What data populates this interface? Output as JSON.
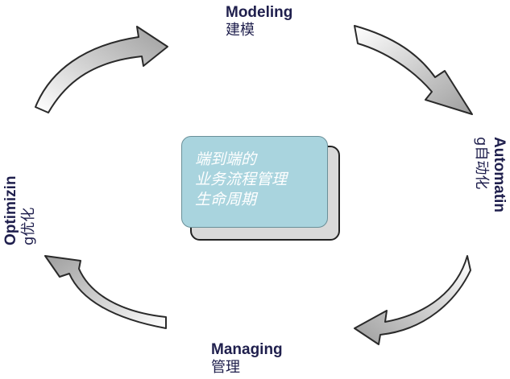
{
  "nodes": {
    "modeling": {
      "en": "Modeling",
      "zh": "建模"
    },
    "automation": {
      "en": "Automatin",
      "zh": "g自动化"
    },
    "managing": {
      "en": "Managing",
      "zh": "管理"
    },
    "optimizing": {
      "en": "Optimizin",
      "zh": "g优化"
    }
  },
  "center": {
    "line1": "端到端的",
    "line2": "业务流程管理",
    "line3": "生命周期"
  },
  "colors": {
    "arrow_fill_light": "#ffffff",
    "arrow_fill_dark": "#b8b8b8",
    "arrow_stroke": "#2a2a2a",
    "center_fill": "#a9d4de",
    "label_text": "#1f1f4d"
  }
}
